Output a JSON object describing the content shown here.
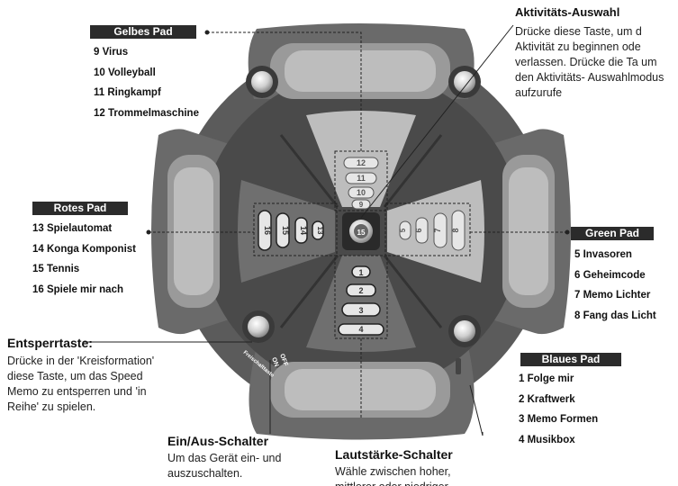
{
  "yellow_pad": {
    "header": "Gelbes Pad",
    "items": [
      "9 Virus",
      "10 Volleyball",
      "11 Ringkampf",
      "12 Trommelmaschine"
    ]
  },
  "red_pad": {
    "header": "Rotes Pad",
    "items": [
      "13 Spielautomat",
      "14 Konga Komponist",
      "15 Tennis",
      "16 Spiele mir nach"
    ]
  },
  "green_pad": {
    "header": "Green Pad",
    "items": [
      "5 Invasoren",
      "6 Geheimcode",
      "7 Memo Lichter",
      "8 Fang das Licht"
    ]
  },
  "blue_pad": {
    "header": "Blaues Pad",
    "items": [
      "1 Folge mir",
      "2 Kraftwerk",
      "3 Memo Formen",
      "4 Musikbox"
    ]
  },
  "activity_select": {
    "title": "Aktivitäts-Auswahl",
    "desc": "Drücke diese Taste, um d Aktivität zu beginnen ode verlassen. Drücke die Ta um den Aktivitäts- Auswahlmodus aufzurufe"
  },
  "unlock_key": {
    "title": "Entsperrtaste:",
    "desc": "Drücke in der 'Kreisformation' diese Taste, um das Speed Memo zu entsperren und 'in Reihe' zu spielen."
  },
  "power_switch": {
    "title": "Ein/Aus-Schalter",
    "desc": "Um das Gerät ein- und auszuschalten."
  },
  "volume_switch": {
    "title": "Lautstärke-Schalter",
    "desc": "Wähle zwischen hoher, mittlerer oder niedriger"
  },
  "device": {
    "top_buttons": [
      "12",
      "11",
      "10",
      "9"
    ],
    "left_buttons": [
      "16",
      "15",
      "14",
      "13"
    ],
    "right_buttons": [
      "5",
      "6",
      "7",
      "8"
    ],
    "bottom_buttons": [
      "1",
      "2",
      "3",
      "4"
    ],
    "center_label": "15",
    "unlock_label": "Freischalttaste",
    "on_label": "ON",
    "off_label": "OFF"
  }
}
